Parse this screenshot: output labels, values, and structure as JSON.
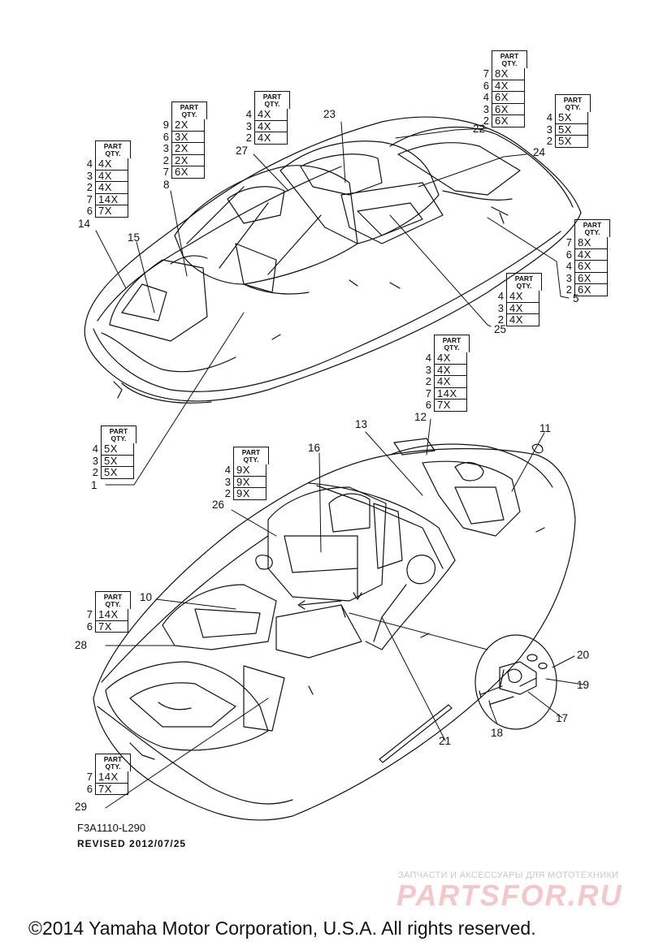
{
  "header_label": "PART\nQTY.",
  "qty_tables": [
    {
      "id": "t-top-right-8x",
      "rows": [
        [
          "7",
          "8X"
        ],
        [
          "6",
          "4X"
        ],
        [
          "4",
          "6X"
        ],
        [
          "3",
          "6X"
        ],
        [
          "2",
          "6X"
        ]
      ]
    },
    {
      "id": "t-top-right-5x",
      "rows": [
        [
          "4",
          "5X"
        ],
        [
          "3",
          "5X"
        ],
        [
          "2",
          "5X"
        ]
      ]
    },
    {
      "id": "t-27-4x",
      "rows": [
        [
          "4",
          "4X"
        ],
        [
          "3",
          "4X"
        ],
        [
          "2",
          "4X"
        ]
      ]
    },
    {
      "id": "t-8",
      "rows": [
        [
          "9",
          "2X"
        ],
        [
          "6",
          "3X"
        ],
        [
          "3",
          "2X"
        ],
        [
          "2",
          "2X"
        ],
        [
          "7",
          "6X"
        ]
      ]
    },
    {
      "id": "t-14",
      "rows": [
        [
          "4",
          "4X"
        ],
        [
          "3",
          "4X"
        ],
        [
          "2",
          "4X"
        ],
        [
          "7",
          "14X"
        ],
        [
          "6",
          "7X"
        ]
      ]
    },
    {
      "id": "t-5",
      "rows": [
        [
          "7",
          "8X"
        ],
        [
          "6",
          "4X"
        ],
        [
          "4",
          "6X"
        ],
        [
          "3",
          "6X"
        ],
        [
          "2",
          "6X"
        ]
      ]
    },
    {
      "id": "t-25",
      "rows": [
        [
          "4",
          "4X"
        ],
        [
          "3",
          "4X"
        ],
        [
          "2",
          "4X"
        ]
      ]
    },
    {
      "id": "t-12",
      "rows": [
        [
          "4",
          "4X"
        ],
        [
          "3",
          "4X"
        ],
        [
          "2",
          "4X"
        ],
        [
          "7",
          "14X"
        ],
        [
          "6",
          "7X"
        ]
      ]
    },
    {
      "id": "t-1",
      "rows": [
        [
          "4",
          "5X"
        ],
        [
          "3",
          "5X"
        ],
        [
          "2",
          "5X"
        ]
      ]
    },
    {
      "id": "t-26",
      "rows": [
        [
          "4",
          "9X"
        ],
        [
          "3",
          "9X"
        ],
        [
          "2",
          "9X"
        ]
      ]
    },
    {
      "id": "t-28",
      "rows": [
        [
          "7",
          "14X"
        ],
        [
          "6",
          "7X"
        ]
      ]
    },
    {
      "id": "t-29",
      "rows": [
        [
          "7",
          "14X"
        ],
        [
          "6",
          "7X"
        ]
      ]
    }
  ],
  "callouts": {
    "c22": "22",
    "c23": "23",
    "c24": "24",
    "c27": "27",
    "c8": "8",
    "c14": "14",
    "c15": "15",
    "c5": "5",
    "c25": "25",
    "c1": "1",
    "c12": "12",
    "c13": "13",
    "c11": "11",
    "c16": "16",
    "c26": "26",
    "c10": "10",
    "c28": "28",
    "c20": "20",
    "c19": "19",
    "c17": "17",
    "c18": "18",
    "c21": "21",
    "c29": "29"
  },
  "footer": {
    "drawing_code": "F3A1110-L290",
    "revised": "REVISED 2012/07/25",
    "watermark_line": "ЗАПЧАСТИ И АКСЕССУАРЫ ДЛЯ МОТОТЕХНИКИ",
    "watermark_brand": "PARTSFOR.RU",
    "copyright": "©2014 Yamaha Motor Corporation, U.S.A. All rights reserved."
  }
}
